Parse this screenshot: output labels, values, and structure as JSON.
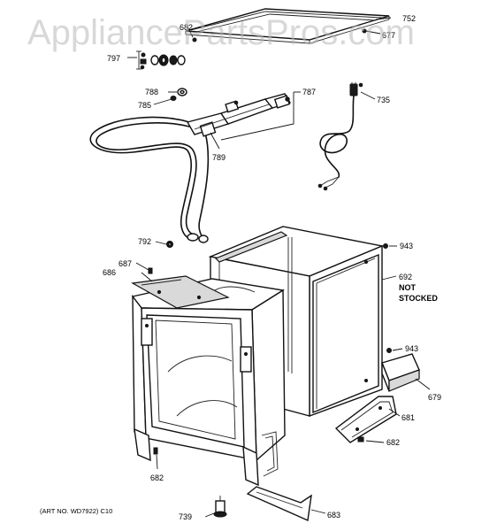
{
  "watermark": "AppliancePartsPros.com",
  "callouts": {
    "p682_top": "682",
    "p752": "752",
    "p677": "677",
    "p797": "797",
    "p787": "787",
    "p788": "788",
    "p785": "785",
    "p735": "735",
    "p789": "789",
    "p792": "792",
    "p943_top": "943",
    "p687": "687",
    "p686": "686",
    "p692": "692",
    "not_stocked_line1": "NOT",
    "not_stocked_line2": "STOCKED",
    "p943_bottom": "943",
    "p679": "679",
    "p681": "681",
    "p682_right": "682",
    "p682_left": "682",
    "p739": "739",
    "p683": "683"
  },
  "art_number": "(ART NO. WD7922) C10"
}
